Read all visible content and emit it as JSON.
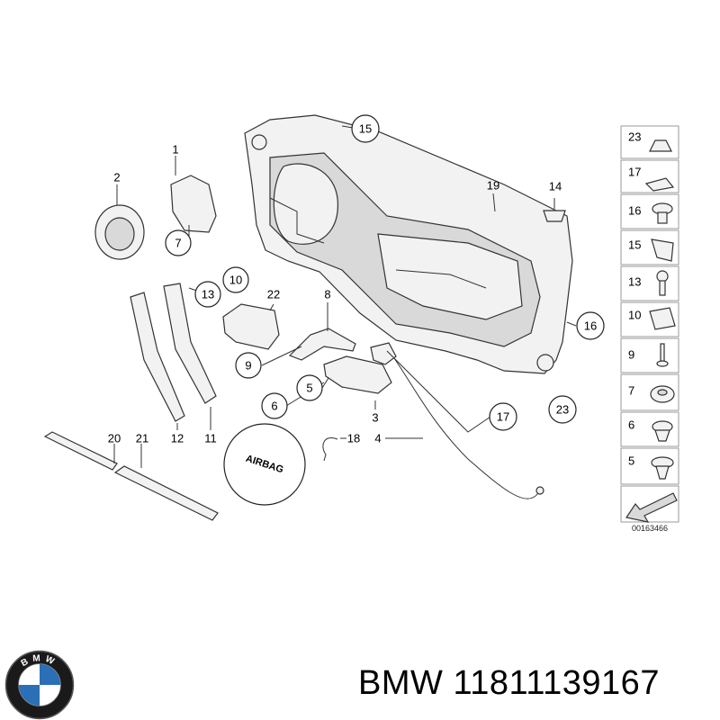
{
  "callouts": {
    "c1": "1",
    "c2": "2",
    "c3": "3",
    "c4": "4",
    "c5": "5",
    "c6": "6",
    "c7": "7",
    "c8": "8",
    "c9": "9",
    "c10": "10",
    "c11": "11",
    "c12": "12",
    "c13": "13",
    "c14": "14",
    "c15": "15",
    "c16": "16",
    "c17": "17",
    "c18": "18",
    "c19": "19",
    "c20": "20",
    "c21": "21",
    "c22": "22",
    "c23": "23"
  },
  "airbag_label": "AIRBAG",
  "sidebar": {
    "items": [
      "23",
      "17",
      "16",
      "15",
      "13",
      "10",
      "9",
      "7",
      "6",
      "5"
    ]
  },
  "diagram_code": "00163466",
  "brand": {
    "name": "BMW",
    "part_number": "11811139167",
    "logo_letters": "BMW"
  },
  "colors": {
    "line": "#333333",
    "logo_blue": "#2b6fb6",
    "logo_ring": "#1a1a1a"
  }
}
